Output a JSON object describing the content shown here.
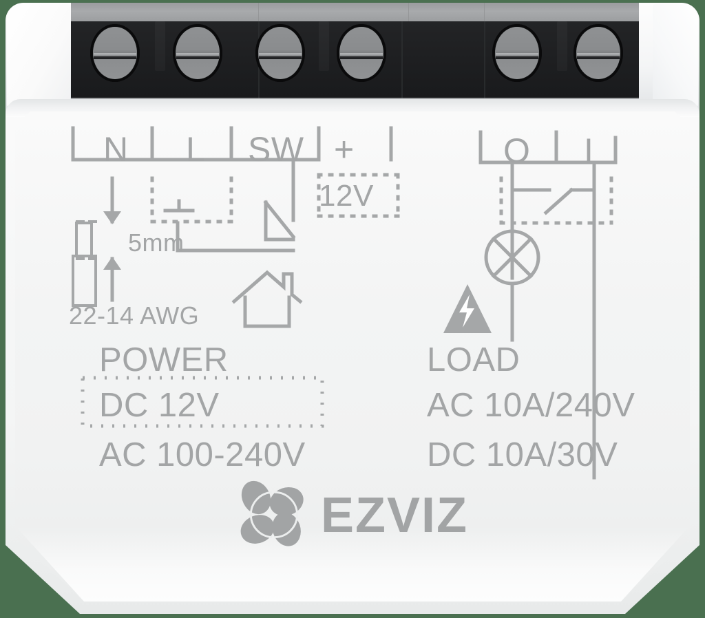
{
  "product": {
    "brand": "EZVIZ",
    "device_type": "smart-switch-module",
    "background_color": "#4a7050",
    "ink_color": "#a5a7a8"
  },
  "terminals": {
    "top_row_labels": [
      "N",
      "L",
      "SW",
      "+",
      "-"
    ],
    "right_labels": [
      "O",
      "I"
    ],
    "screw_count_left_block": 4,
    "screw_count_right_block": 2
  },
  "diagram": {
    "dc_input_label": "12V",
    "ground_symbol": "earth-ground",
    "wire_strip_length": "5mm",
    "wire_gauge": "22-14 AWG",
    "house_icon": "house-icon",
    "hazard_icon": "high-voltage-triangle-icon",
    "lamp_icon": "lamp-cross-circle-icon",
    "switch_icon": "spdt-relay-contact"
  },
  "power": {
    "heading": "POWER",
    "dc_rating": "DC  12V",
    "ac_rating": "AC  100-240V"
  },
  "load": {
    "heading": "LOAD",
    "ac_rating": "AC  10A/240V",
    "dc_rating": "DC  10A/30V"
  }
}
